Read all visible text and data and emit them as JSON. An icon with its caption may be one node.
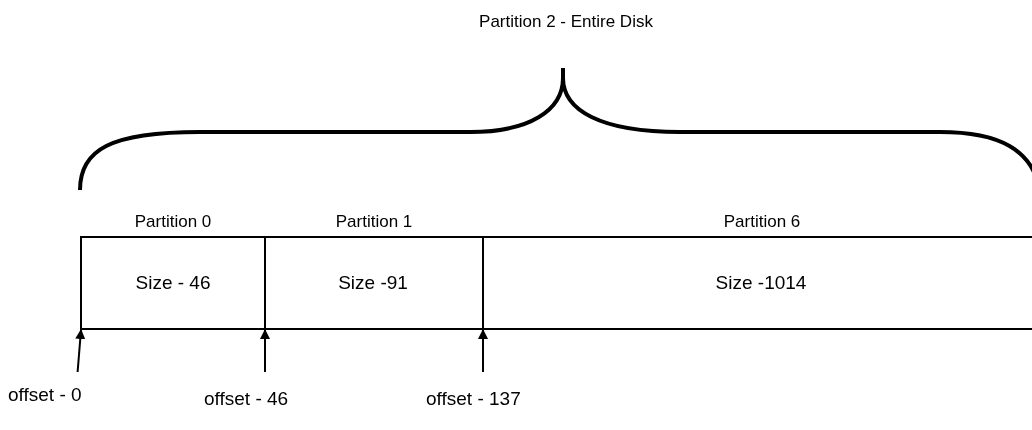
{
  "diagram": {
    "nodes": [
      {
        "text": [
          "Partition 0",
          "Size - 46"
        ]
      },
      {
        "text": [
          "Partition 1",
          "Size -91"
        ]
      },
      {
        "text": [
          "Partition 6",
          "Size -1014"
        ]
      },
      {
        "text": [
          "offset - 0"
        ]
      },
      {
        "text": [
          "offset - 46"
        ]
      },
      {
        "text": [
          "offset - 137"
        ]
      }
    ],
    "edges": [
      {
        "from": 3,
        "to": 0,
        "arrow": "to"
      },
      {
        "from": 4,
        "to": 1,
        "arrow": "to"
      },
      {
        "from": 5,
        "to": 2,
        "arrow": "to"
      }
    ],
    "labels": [
      "Partition 2 - Entire Disk"
    ]
  }
}
